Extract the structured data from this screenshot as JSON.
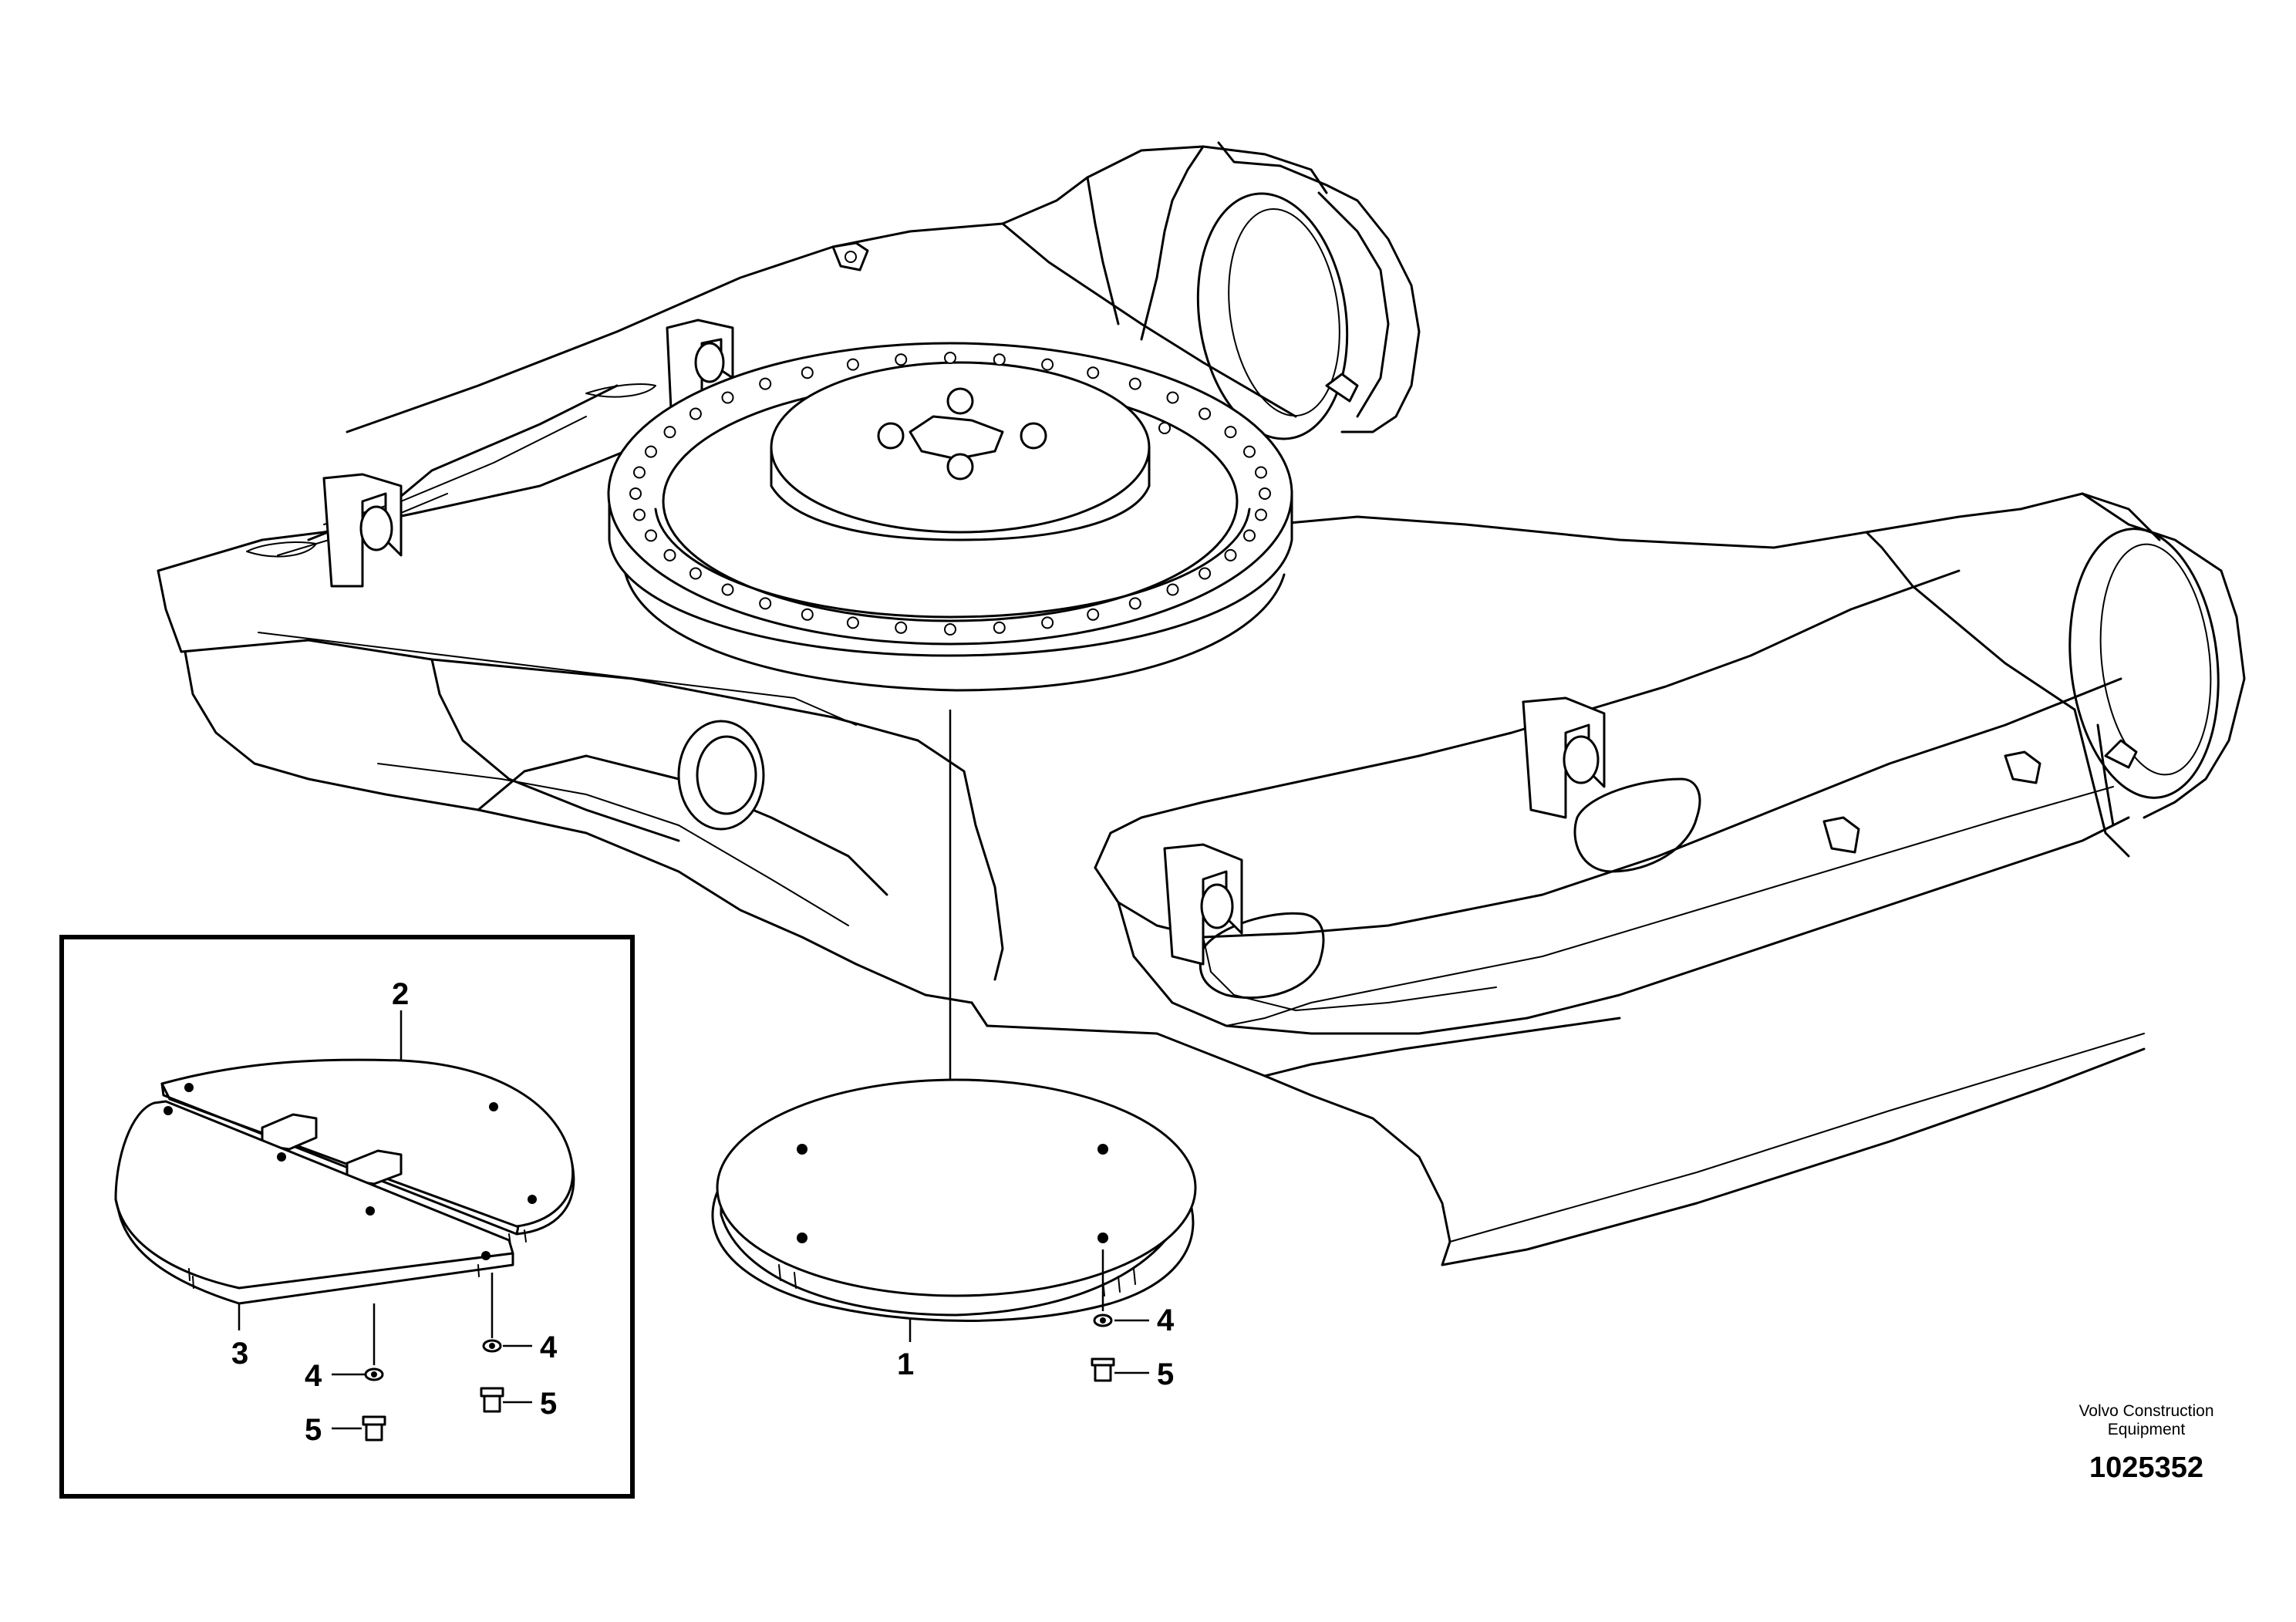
{
  "callouts": {
    "main_plate": "1",
    "inset_upper_plate": "2",
    "inset_lower_plate": "3",
    "main_washer": "4",
    "main_screw": "5",
    "inset_washer_right": "4",
    "inset_screw_right": "5",
    "inset_washer_left": "4",
    "inset_screw_left": "5"
  },
  "footer": {
    "credit_line1": "Volvo Construction",
    "credit_line2": "Equipment",
    "drawing_number": "1025352"
  }
}
